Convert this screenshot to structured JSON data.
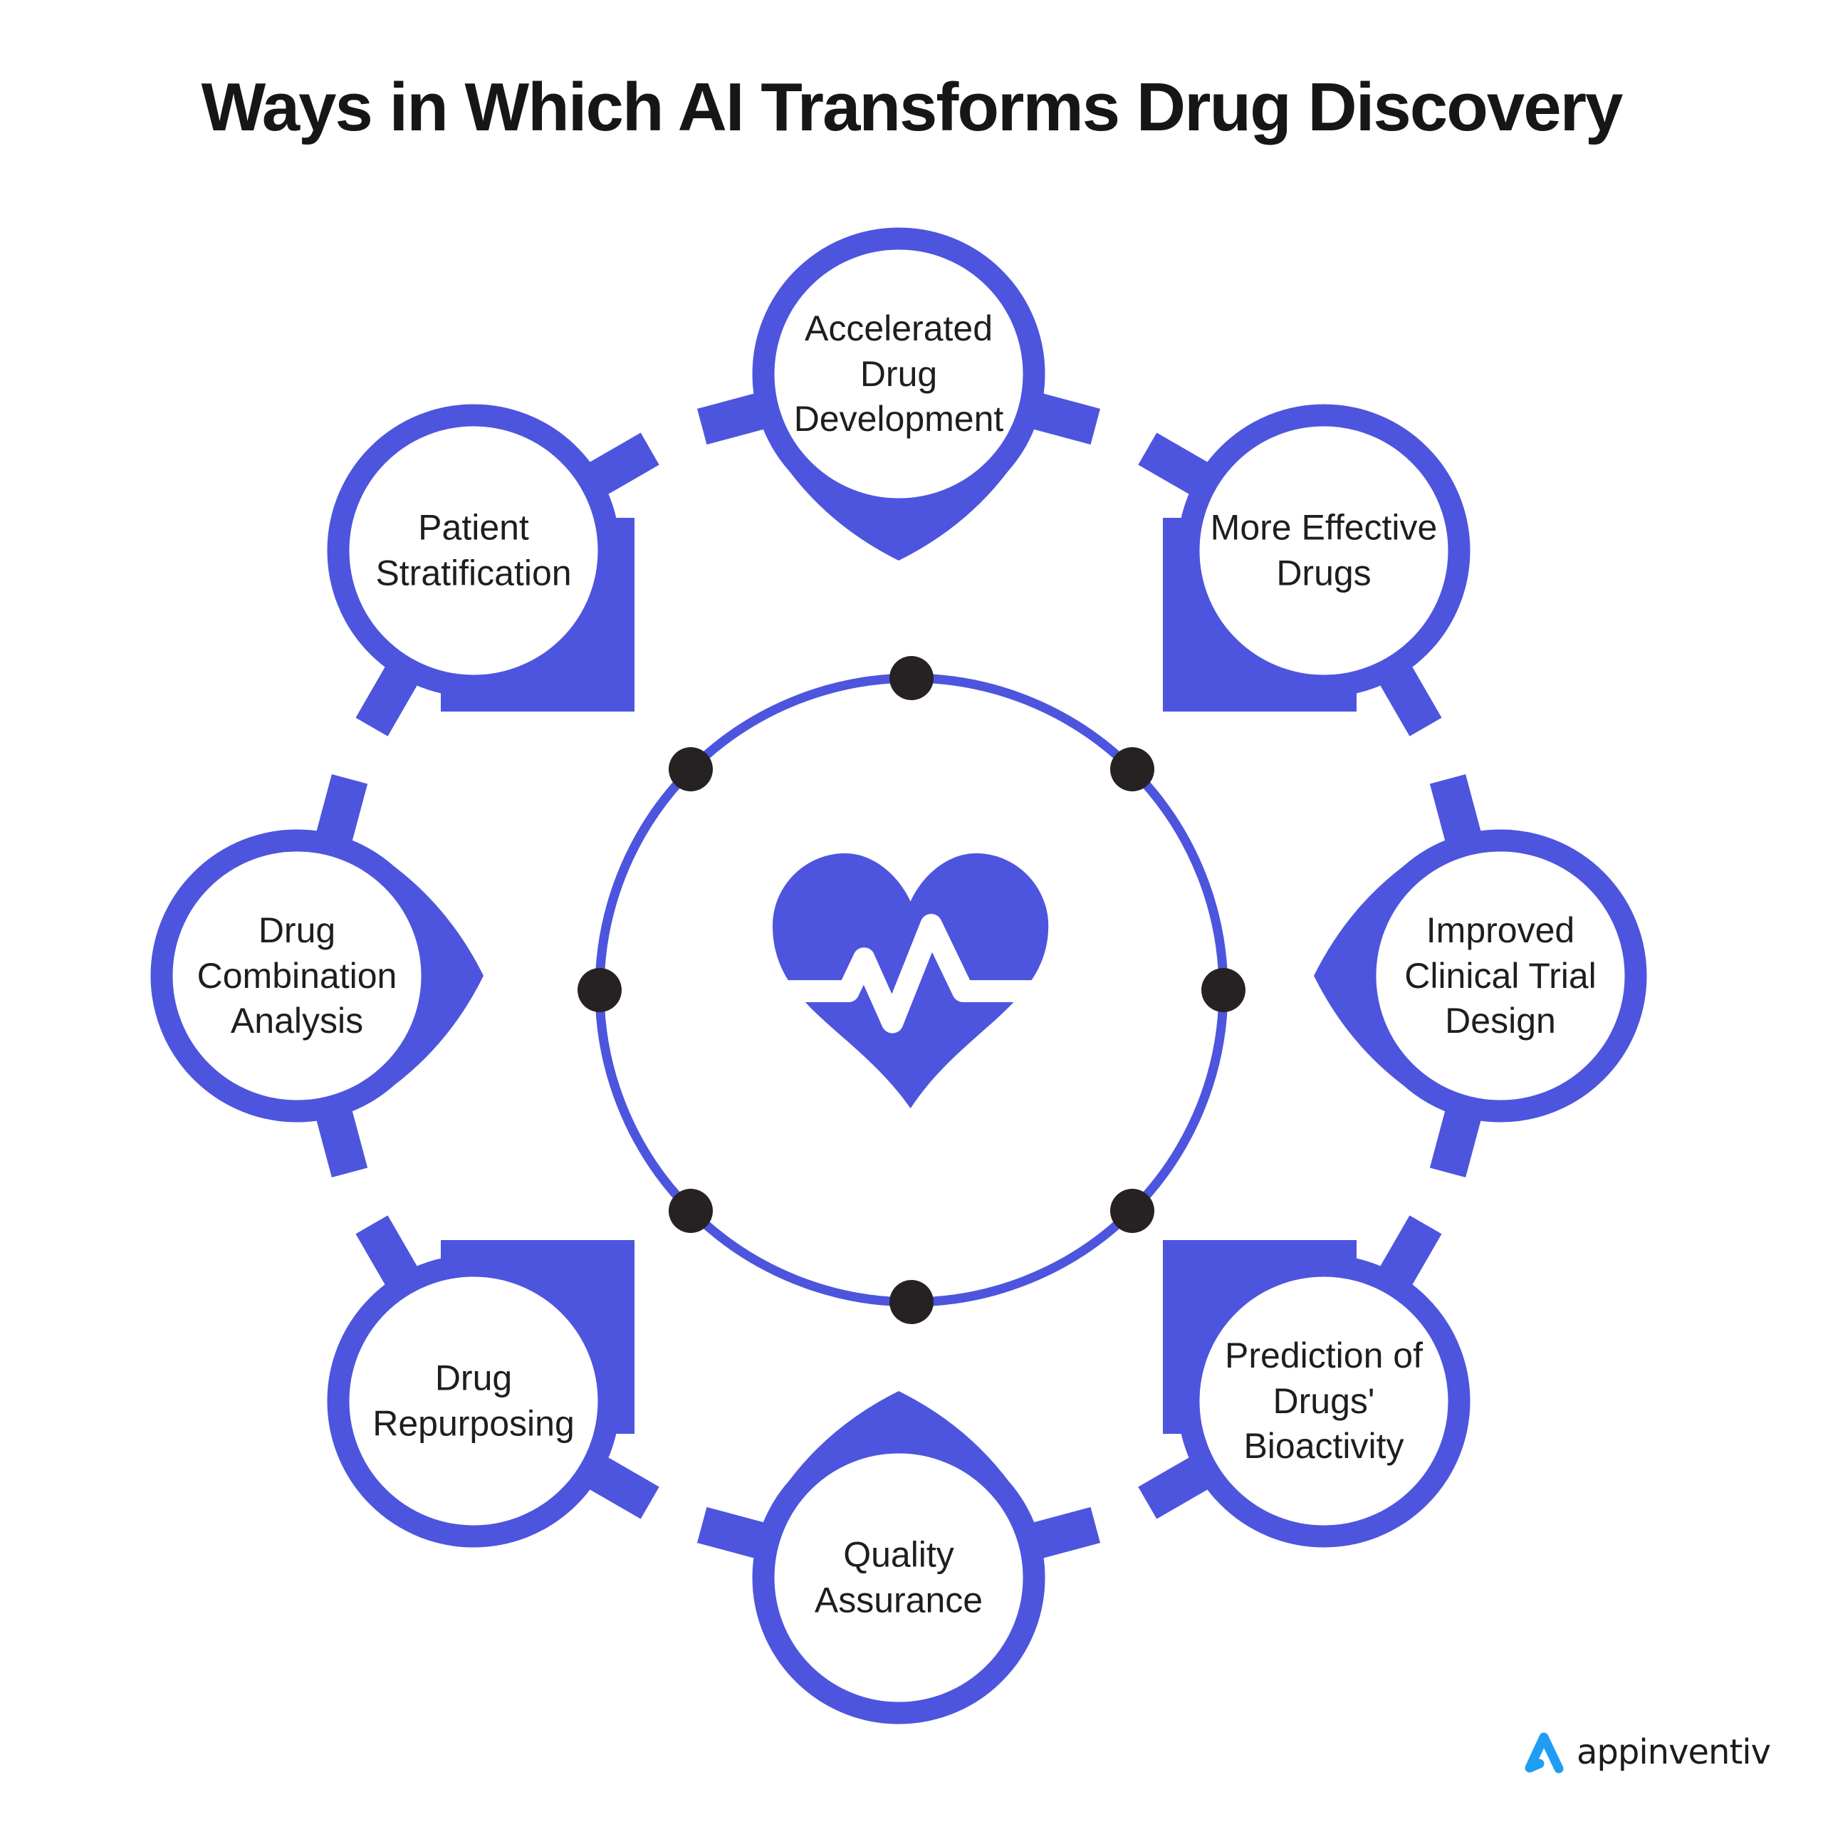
{
  "title": "Ways in Which AI Transforms Drug Discovery",
  "center": {
    "icon": "heartbeat-heart-icon",
    "orbit_dot_count": 8
  },
  "nodes": [
    {
      "id": "accelerated-drug-development",
      "label": "Accelerated\nDrug\nDevelopment"
    },
    {
      "id": "more-effective-drugs",
      "label": "More Effective\nDrugs"
    },
    {
      "id": "improved-clinical-trial-design",
      "label": "Improved\nClinical Trial\nDesign"
    },
    {
      "id": "prediction-of-drugs-bioactivity",
      "label": "Prediction of\nDrugs'\nBioactivity"
    },
    {
      "id": "quality-assurance",
      "label": "Quality\nAssurance"
    },
    {
      "id": "drug-repurposing",
      "label": "Drug\nRepurposing"
    },
    {
      "id": "drug-combination-analysis",
      "label": "Drug\nCombination\nAnalysis"
    },
    {
      "id": "patient-stratification",
      "label": "Patient\nStratification"
    }
  ],
  "colors": {
    "accent": "#4d55de",
    "dot": "#262223",
    "text": "#1e1e1e",
    "title": "#161616",
    "logo-mark": "#1e9df2",
    "logo-text": "#1c1c1c"
  },
  "logo": {
    "text": "appinventiv"
  }
}
